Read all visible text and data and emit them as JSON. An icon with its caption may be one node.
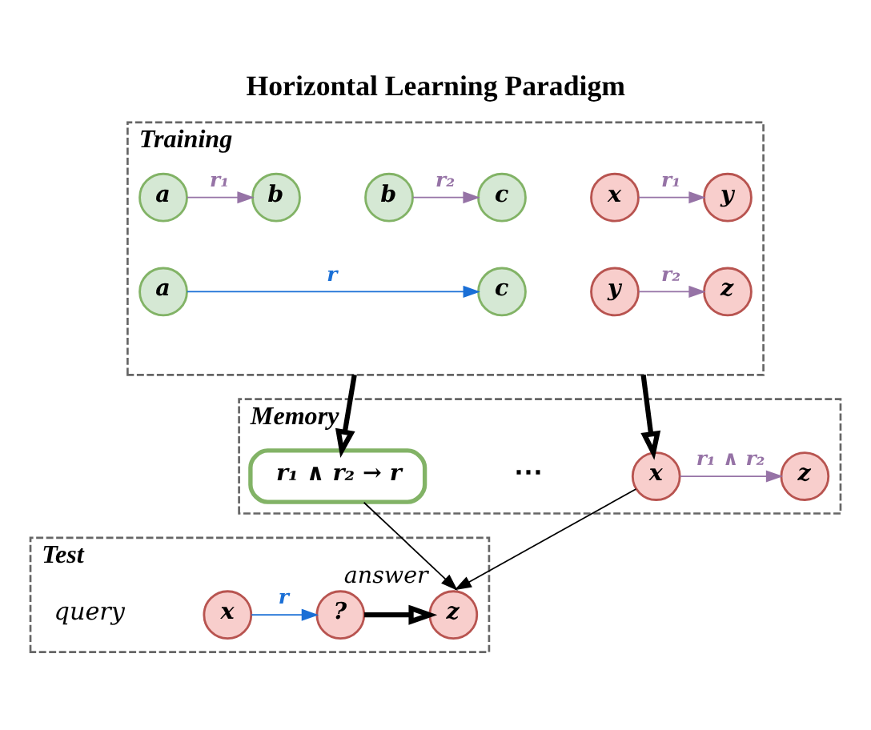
{
  "diagram": {
    "title": "Horizontal Learning Paradigm",
    "nodes": [
      {
        "text": [
          "Training"
        ]
      },
      {
        "text": [
          "a"
        ],
        "in": 0
      },
      {
        "text": [
          "b"
        ],
        "in": 0
      },
      {
        "text": [
          "b"
        ],
        "in": 0
      },
      {
        "text": [
          "c"
        ],
        "in": 0
      },
      {
        "text": [
          "x"
        ],
        "in": 0
      },
      {
        "text": [
          "y"
        ],
        "in": 0
      },
      {
        "text": [
          "a"
        ],
        "in": 0
      },
      {
        "text": [
          "c"
        ],
        "in": 0
      },
      {
        "text": [
          "y"
        ],
        "in": 0
      },
      {
        "text": [
          "z"
        ],
        "in": 0
      },
      {
        "text": [
          "Memory"
        ]
      },
      {
        "text": [
          "r₁ ∧ r₂ → r"
        ],
        "in": 11
      },
      {
        "text": [
          "x"
        ],
        "in": 11
      },
      {
        "text": [
          "z"
        ],
        "in": 11
      },
      {
        "text": [
          "Test"
        ]
      },
      {
        "text": [
          "x"
        ],
        "in": 15,
        "beside": [
          "query"
        ]
      },
      {
        "text": [
          "?"
        ],
        "in": 15
      },
      {
        "text": [
          "z"
        ],
        "in": 15,
        "beside": [
          "answer"
        ]
      }
    ],
    "edges": [
      {
        "from": 1,
        "to": 2,
        "arrow": "to",
        "label": "r₁",
        "color": "#9673a6"
      },
      {
        "from": 3,
        "to": 4,
        "arrow": "to",
        "label": "r₂",
        "color": "#9673a6"
      },
      {
        "from": 5,
        "to": 6,
        "arrow": "to",
        "label": "r₁",
        "color": "#9673a6"
      },
      {
        "from": 7,
        "to": 8,
        "arrow": "to",
        "label": "r",
        "color": "#1a6fd6"
      },
      {
        "from": 9,
        "to": 10,
        "arrow": "to",
        "label": "r₂",
        "color": "#9673a6"
      },
      {
        "from": 0,
        "to": 12,
        "arrow": "to",
        "style": "thick",
        "color": "#000000"
      },
      {
        "from": 0,
        "to": 13,
        "arrow": "to",
        "style": "thick",
        "color": "#000000"
      },
      {
        "from": 13,
        "to": 14,
        "arrow": "to",
        "label": "r₁ ∧ r₂",
        "color": "#9673a6"
      },
      {
        "from": 12,
        "to": 18,
        "arrow": "to",
        "color": "#000000"
      },
      {
        "from": 13,
        "to": 18,
        "arrow": "to",
        "color": "#000000"
      },
      {
        "from": 16,
        "to": 17,
        "arrow": "to",
        "label": "r",
        "color": "#1a6fd6"
      },
      {
        "from": 17,
        "to": 18,
        "arrow": "to",
        "style": "thick",
        "color": "#000000"
      }
    ],
    "labels": [
      "⋯"
    ]
  }
}
